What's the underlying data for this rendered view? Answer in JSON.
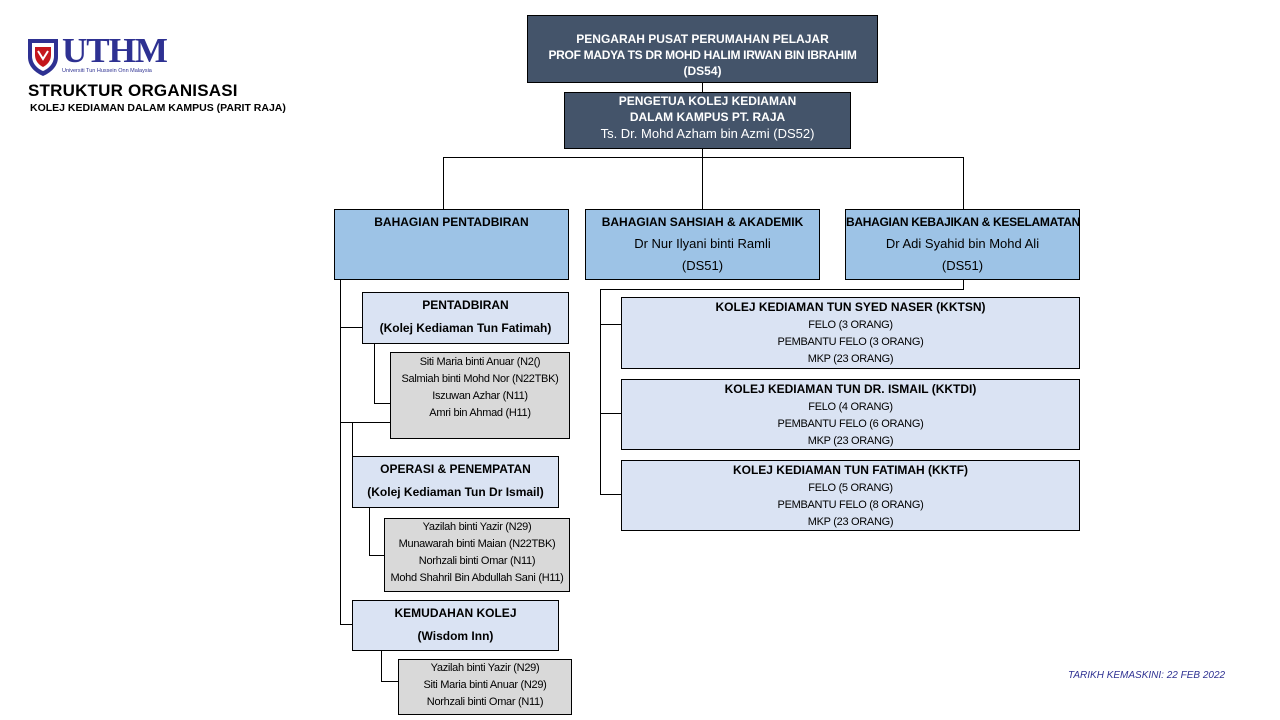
{
  "logo": {
    "brand": "UTHM",
    "university_name": "Universiti Tun Hussein Onn Malaysia",
    "brand_color": "#2e3192",
    "accent_color": "#c4161c",
    "icon": "uthm-crest-icon"
  },
  "header": {
    "title": "STRUKTUR ORGANISASI",
    "subtitle": "KOLEJ KEDIAMAN DALAM KAMPUS (PARIT RAJA)"
  },
  "director": {
    "lines": [
      "PENGARAH PUSAT PERUMAHAN PELAJAR",
      "PROF MADYA  TS DR MOHD HALIM IRWAN BIN IBRAHIM",
      "(DS54)"
    ]
  },
  "principal": {
    "lines": [
      "PENGETUA KOLEJ KEDIAMAN",
      "DALAM KAMPUS PT. RAJA",
      "Ts. Dr. Mohd Azham bin Azmi  (DS52)"
    ]
  },
  "divisions": [
    {
      "title": "BAHAGIAN PENTADBIRAN",
      "person": "",
      "grade": ""
    },
    {
      "title": "BAHAGIAN SAHSIAH & AKADEMIK",
      "person": "Dr Nur Ilyani binti Ramli",
      "grade": "(DS51)"
    },
    {
      "title": "BAHAGIAN KEBAJIKAN & KESELAMATAN",
      "person": "Dr Adi Syahid bin Mohd Ali",
      "grade": "(DS51)"
    }
  ],
  "admin_units": [
    {
      "title": "PENTADBIRAN",
      "subtitle": "(Kolej Kediaman Tun Fatimah)",
      "staff": [
        "Siti Maria binti Anuar (N2()",
        "Salmiah binti Mohd Nor (N22TBK)",
        "Iszuwan Azhar (N11)",
        "Amri bin Ahmad (H11)"
      ]
    },
    {
      "title": "OPERASI & PENEMPATAN",
      "subtitle": "(Kolej Kediaman Tun Dr Ismail)",
      "staff": [
        "Yazilah binti Yazir (N29)",
        "Munawarah binti Maian (N22TBK)",
        "Norhzali binti Omar  (N11)",
        "Mohd Shahril Bin Abdullah Sani (H11)"
      ]
    },
    {
      "title": "KEMUDAHAN KOLEJ",
      "subtitle": "(Wisdom Inn)",
      "staff": [
        "Yazilah binti Yazir (N29)",
        "Siti Maria binti Anuar (N29)",
        "Norhzali binti Omar  (N11)"
      ]
    }
  ],
  "colleges": [
    {
      "title": "KOLEJ KEDIAMAN TUN SYED NASER (KKTSN)",
      "lines": [
        "FELO (3 ORANG)",
        "PEMBANTU FELO (3 ORANG)",
        "MKP (23 ORANG)"
      ]
    },
    {
      "title": "KOLEJ KEDIAMAN TUN DR. ISMAIL (KKTDI)",
      "lines": [
        "FELO (4 ORANG)",
        "PEMBANTU FELO (6 ORANG)",
        "MKP (23 ORANG)"
      ]
    },
    {
      "title": "KOLEJ KEDIAMAN TUN FATIMAH (KKTF)",
      "lines": [
        "FELO (5 ORANG)",
        "PEMBANTU FELO (8 ORANG)",
        "MKP (23 ORANG)"
      ]
    }
  ],
  "footer": {
    "updated": "TARIKH KEMASKINI:  22 FEB 2022",
    "color": "#2e3192"
  },
  "colors": {
    "dark_box": "#44546a",
    "mid_box": "#9dc3e6",
    "light_box": "#dae3f3",
    "grey_box": "#d9d9d9"
  }
}
